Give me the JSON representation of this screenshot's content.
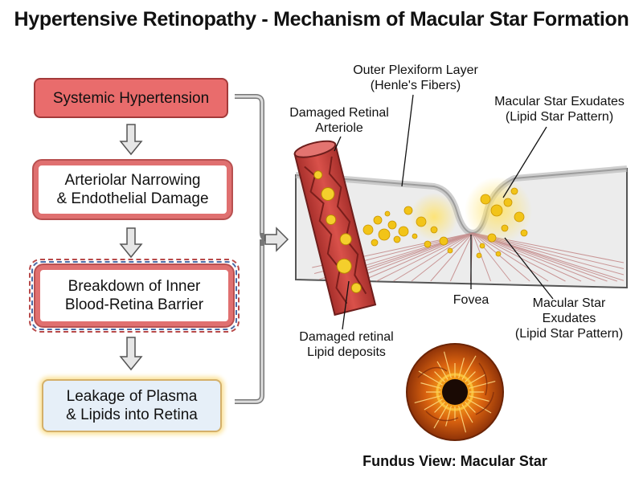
{
  "title": "Hypertensive Retinopathy - Mechanism of Macular Star Formation",
  "flow": {
    "step1": "Systemic Hypertension",
    "step2": [
      "Arteriolar Narrowing",
      "& Endothelial Damage"
    ],
    "step3": [
      "Breakdown of Inner",
      "Blood-Retina Barrier"
    ],
    "step4": [
      "Leakage of Plasma",
      "& Lipids into Retina"
    ]
  },
  "labels": {
    "outer_plexiform": [
      "Outer Plexiform Layer",
      "(Henle's Fibers)"
    ],
    "damaged_arteriole": [
      "Damaged Retinal",
      "Arteriole"
    ],
    "exudates_top": [
      "Macular Star Exudates",
      "(Lipid Star Pattern)"
    ],
    "fovea": "Fovea",
    "exudates_bottom": [
      "Macular Star",
      "Exudates",
      "(Lipid Star Pattern)"
    ],
    "lipid_deposits": [
      "Damaged retinal",
      "Lipid deposits"
    ],
    "fundus_caption": "Fundus View: Macular Star"
  },
  "colors": {
    "hypertension_box": "#e96c6c",
    "vessel": "#c8433f",
    "exudate": "#f2c418",
    "fundus": "#d4580e"
  }
}
